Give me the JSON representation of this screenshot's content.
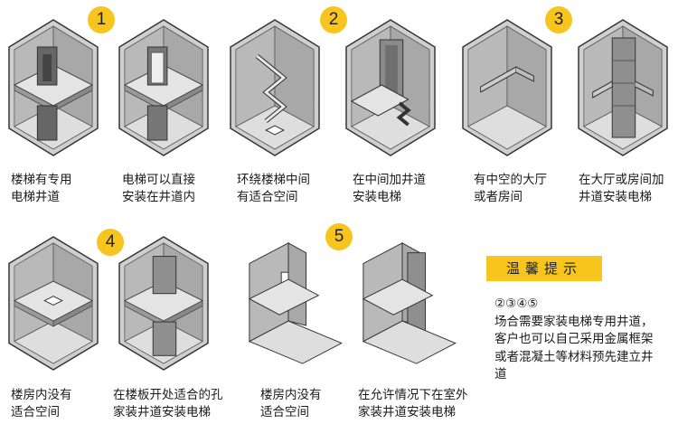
{
  "badges": [
    "1",
    "2",
    "3",
    "4",
    "5"
  ],
  "captions": [
    [
      "楼梯有专用",
      "电梯井道"
    ],
    [
      "电梯可以直接",
      "安装在井道内"
    ],
    [
      "环绕楼梯中间",
      "有适合空间"
    ],
    [
      "在中间加井道",
      "安装电梯"
    ],
    [
      "有中空的大厅",
      "或者房间"
    ],
    [
      "在大厅或房间加",
      "井道安装电梯"
    ],
    [
      "楼房内没有",
      "适合空间"
    ],
    [
      "在楼板开处适合的孔",
      "家装井道安装电梯"
    ],
    [
      "楼房内没有",
      "适合空间"
    ],
    [
      "在允许情况下在室外",
      "家装井道安装电梯"
    ]
  ],
  "tip": {
    "title": "温馨提示",
    "lines": [
      "②③④⑤",
      "场合需要家装电梯专用井道，",
      "客户也可以自己采用金属框架",
      "或者混凝土等材料预先建立井",
      "道"
    ]
  },
  "colors": {
    "accent": "#f7c51e",
    "wall": "#b4b4b4",
    "wall_dark": "#8e8e8e",
    "floor": "#d6d6d6",
    "outline": "#333333"
  }
}
